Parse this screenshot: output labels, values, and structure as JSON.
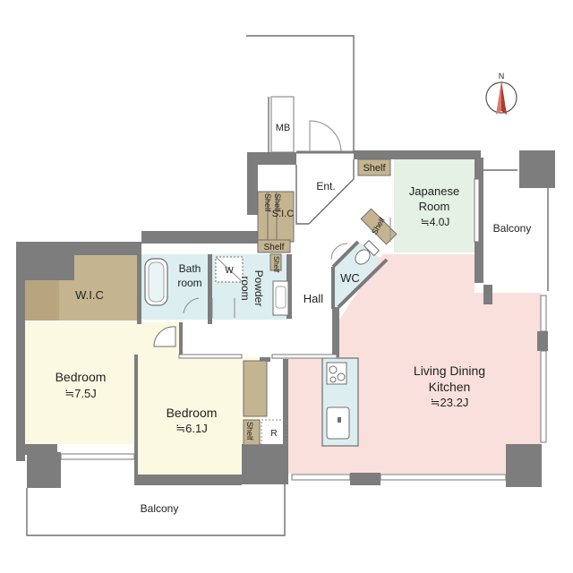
{
  "rooms": {
    "japanese_room_line1": "Japanese",
    "japanese_room_line2": "Room",
    "japanese_room_area": "≒4.0J",
    "ldk_line1": "Living Dining",
    "ldk_line2": "Kitchen",
    "ldk_area": "≒23.2J",
    "bedroom1_label": "Bedroom",
    "bedroom1_area": "≒7.5J",
    "bedroom2_label": "Bedroom",
    "bedroom2_area": "≒6.1J",
    "wic": "W.I.C",
    "sic": "S.I.C",
    "bathroom_line1": "Bath",
    "bathroom_line2": "room",
    "powder_line1": "Powder",
    "powder_line2": "room",
    "hall": "Hall",
    "wc": "WC",
    "entrance": "Ent.",
    "mb": "MB",
    "balcony_east": "Balcony",
    "balcony_south": "Balcony"
  },
  "storage": {
    "shelf_entrance": "Shelf",
    "shelf_sic_1": "Shelf",
    "shelf_sic_2": "Shelf",
    "shelf_sic_3": "Shelf",
    "shelf_wc": "Shelf",
    "shelf_powder": "Shelf",
    "shelf_bedroom2": "Shelf",
    "washer": "W",
    "refrigerator": "R"
  },
  "compass": {
    "north": "N",
    "icon": "compass-icon"
  },
  "colors": {
    "japanese_room": "#e4f1e4",
    "ldk": "#f9e0dc",
    "bedroom": "#fbf9e1",
    "wic": "#c5b490",
    "water": "#ddeef0",
    "wall": "#7d7d7d",
    "storage": "#c5b490"
  }
}
